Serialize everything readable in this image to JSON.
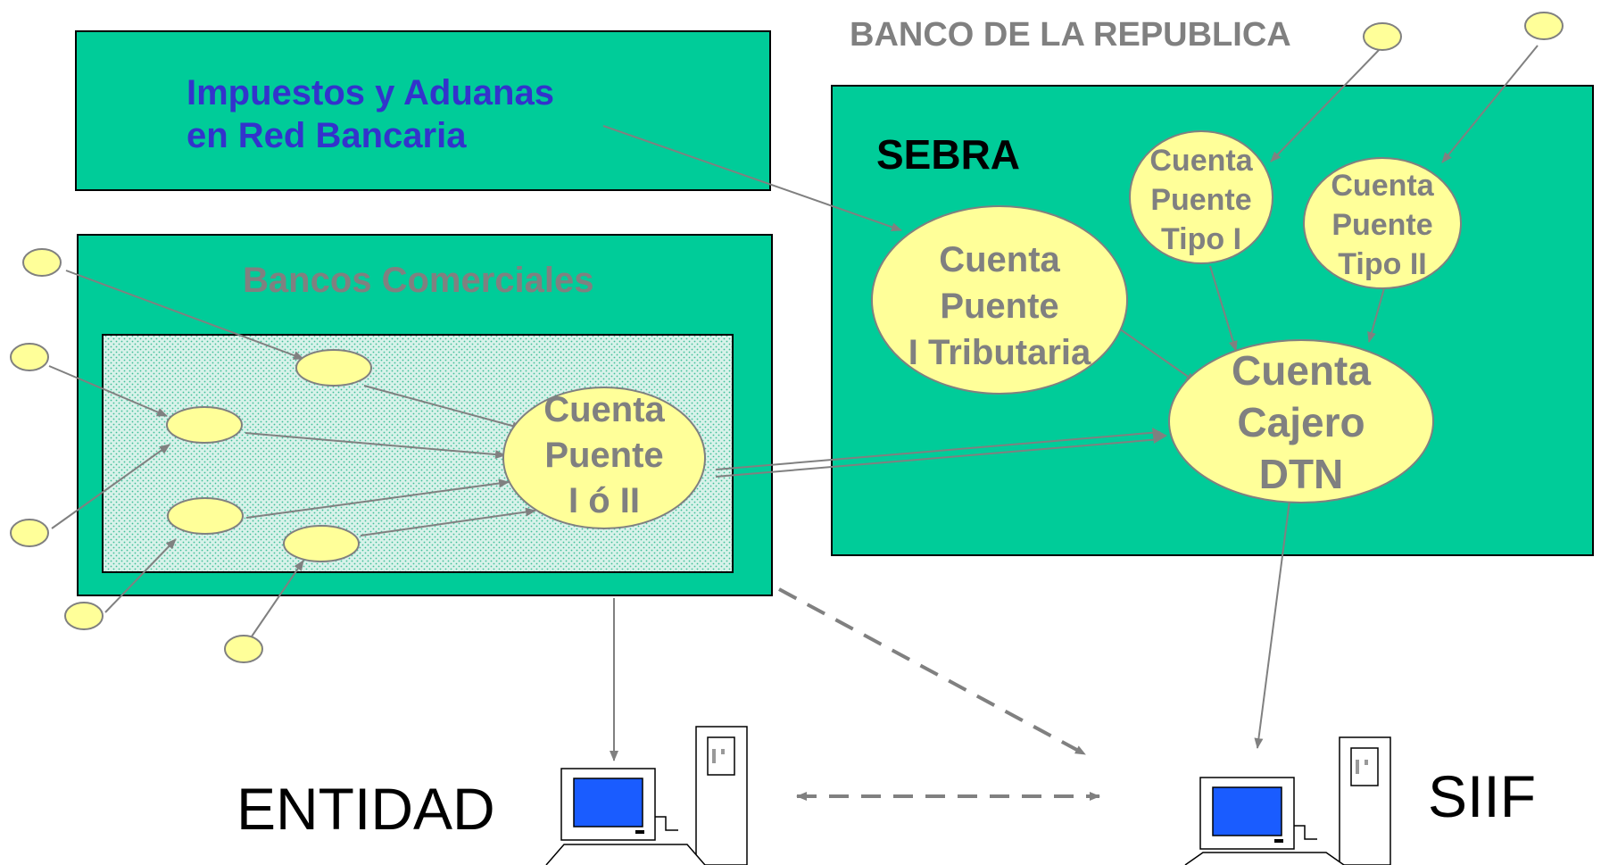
{
  "labels": {
    "banco_republica": "BANCO DE LA REPUBLICA",
    "impuestos": "Impuestos y Aduanas\nen Red Bancaria",
    "bancos_comerciales": "Bancos Comerciales",
    "sebra": "SEBRA",
    "cuenta_puente_io_ii": "Cuenta\nPuente\nI ó II",
    "cuenta_puente_tributaria": "Cuenta\nPuente\nI Tributaria",
    "cuenta_puente_tipo_i": "Cuenta\nPuente\nTipo I",
    "cuenta_puente_tipo_ii": "Cuenta\nPuente\nTipo II",
    "cuenta_cajero_dtn": "Cuenta\nCajero\nDTN",
    "entidad": "ENTIDAD",
    "siif": "SIIF"
  },
  "colors": {
    "box_fill": "#00cc99",
    "ellipse_fill": "#ffff99",
    "label_blue": "#3333cc",
    "label_grey": "#808080",
    "arrow": "#808080",
    "screen_blue": "#1a5cff"
  }
}
